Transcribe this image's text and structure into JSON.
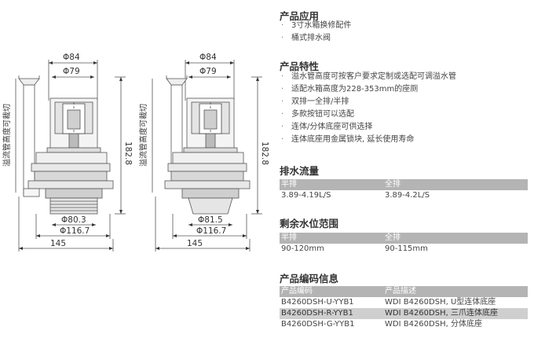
{
  "left_drawing": {
    "phi_top1": "Φ84",
    "phi_top2": "Φ79",
    "height": "182.8",
    "side_label": "溢流管高度可裁切",
    "phi_bot1": "Φ80.3",
    "phi_bot2": "Φ116.7",
    "width": "145"
  },
  "right_drawing": {
    "phi_top1": "Φ84",
    "phi_top2": "Φ79",
    "height": "182.8",
    "side_label": "溢流管高度可裁切",
    "phi_bot1": "Φ81.5",
    "phi_bot2": "Φ116.7",
    "width": "145"
  },
  "application": {
    "title": "产品应用",
    "items": [
      "3寸水箱换修配件",
      "桶式排水阀"
    ]
  },
  "features": {
    "title": "产品特性",
    "items": [
      "溢水管高度可按客户要求定制或选配可调溢水管",
      "适配水箱高度为228-353mm的座厕",
      "双排一全排/半排",
      "多款按钮可以选配",
      "连体/分体底座可供选择",
      "连体底座用金属锁块, 延长使用寿命"
    ]
  },
  "flow": {
    "title": "排水流量",
    "header": [
      "半排",
      "全排"
    ],
    "values": [
      "3.89-4.19L/S",
      "3.89-4.2L/S"
    ]
  },
  "water_level": {
    "title": "剩余水位范围",
    "header": [
      "半排",
      "全排"
    ],
    "values": [
      "90-120mm",
      "90-115mm"
    ]
  },
  "codes": {
    "title": "产品编码信息",
    "header": [
      "产品编码",
      "产品描述"
    ],
    "rows": [
      [
        "B4260DSH-U-YYB1",
        "WDI B4260DSH, U型连体底座"
      ],
      [
        "B4260DSH-R-YYB1",
        "WDI B4260DSH, 三爪连体底座"
      ],
      [
        "B4260DSH-G-YYB1",
        "WDI B4260DSH, 分体底座"
      ]
    ]
  }
}
